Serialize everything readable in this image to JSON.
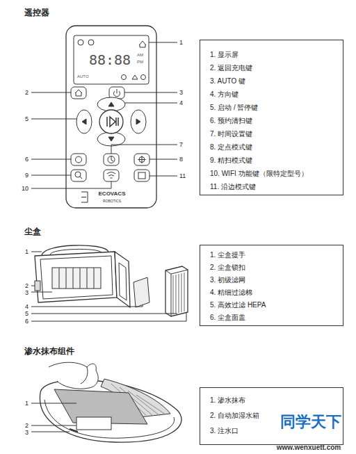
{
  "diagram": {
    "nodes": [
      {
        "text": [
          "1. 显示屏",
          "2. 返回充电键",
          "3. AUTO 键",
          "4. 方向键",
          "5. 启动 / 暂停键",
          "6. 预约清扫键",
          "7. 时间设置键",
          "8. 定点模式键",
          "9. 精扫模式键",
          "10. WIFI 功能键（限特定型号）",
          "11. 沿边模式键"
        ]
      },
      {
        "text": [
          "1. 尘盒提手",
          "2. 尘盒锁扣",
          "3. 初级滤网",
          "4. 精细过滤棉",
          "5. 高效过滤 HEPA",
          "6. 尘盒面盖"
        ]
      },
      {
        "text": [
          "1. 渗水抹布",
          "2. 自动加湿水箱",
          "3. 注水口"
        ]
      }
    ],
    "labels": [
      "遥控器",
      "1",
      "2",
      "3",
      "4",
      "5",
      "6",
      "7",
      "8",
      "9",
      "10",
      "11",
      "88:88",
      "AM",
      "PM",
      "AUTO",
      "ECOVACS",
      "ROBOTICS",
      "尘盒",
      "1",
      "2",
      "3",
      "4",
      "5",
      "6",
      "渗水抹布组件",
      "1",
      "2",
      "3",
      "同学天下",
      "www.wenxuett.com"
    ]
  }
}
